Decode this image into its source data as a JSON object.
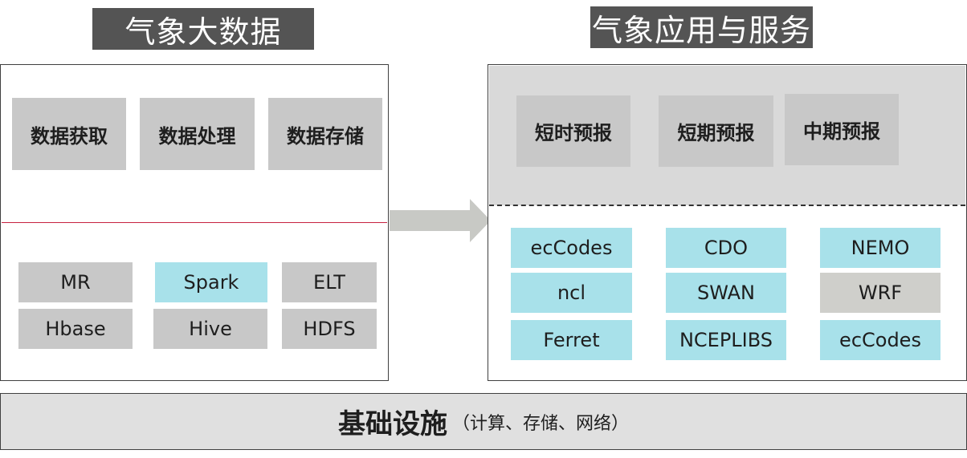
{
  "left_section": {
    "title": "气象大数据",
    "processes": [
      "数据获取",
      "数据处理",
      "数据存储"
    ],
    "tools": [
      "MR",
      "Spark",
      "ELT",
      "Hbase",
      "Hive",
      "HDFS"
    ]
  },
  "right_section": {
    "title": "气象应用与服务",
    "forecasts": [
      "短时预报",
      "短期预报",
      "中期预报"
    ],
    "tools": [
      "ecCodes",
      "CDO",
      "NEMO",
      "ncl",
      "SWAN",
      "WRF",
      "Ferret",
      "NCEPLIBS",
      "ecCodes"
    ]
  },
  "infrastructure": {
    "label": "基础设施",
    "detail": "（计算、存储、网络）"
  },
  "colors": {
    "title_bg": "#545454",
    "box_gray": "#c8c8c8",
    "box_cyan": "#a8e1ea",
    "divider_red": "#c62240",
    "arrow": "#c8c9c5"
  }
}
